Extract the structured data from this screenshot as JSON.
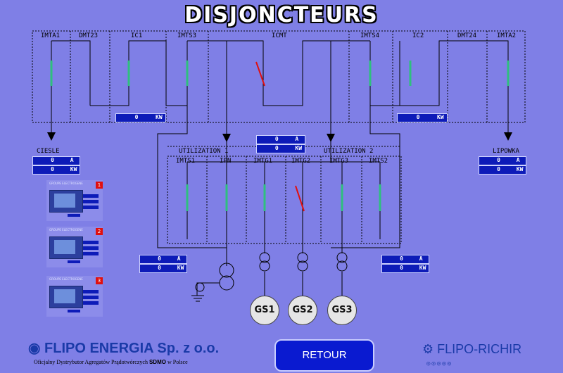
{
  "title": "DISJONCTEURS",
  "breakers_top": [
    "IMTA1",
    "DMT23",
    "IC1",
    "IMTS3",
    "ICMT",
    "IMTS4",
    "IC2",
    "DMT24",
    "IMTA2"
  ],
  "feeders": {
    "left": {
      "name": "CIESLE",
      "a_value": "0",
      "a_unit": "A",
      "kw_value": "0",
      "kw_unit": "KW"
    },
    "right": {
      "name": "LIPOWKA",
      "a_value": "0",
      "a_unit": "A",
      "kw_value": "0",
      "kw_unit": "KW"
    }
  },
  "meters": {
    "ic1": {
      "value": "0",
      "unit": "KW"
    },
    "ic2": {
      "value": "0",
      "unit": "KW"
    },
    "center": {
      "a_value": "0",
      "a_unit": "A",
      "kw_value": "0",
      "kw_unit": "KW"
    },
    "lower_left": {
      "a_value": "0",
      "a_unit": "A",
      "kw_value": "0",
      "kw_unit": "KW"
    },
    "lower_right": {
      "a_value": "0",
      "a_unit": "A",
      "kw_value": "0",
      "kw_unit": "KW"
    }
  },
  "utilization": [
    "UTILIZATION 1",
    "UTILIZATION 2"
  ],
  "breakers_bottom": [
    "IMTS1",
    "IPN",
    "IMTG1",
    "IMTG2",
    "IMTG3",
    "IMTS2"
  ],
  "generators": [
    "GS1",
    "GS2",
    "GS3"
  ],
  "thumbnails": [
    {
      "header": "GROUPE ELECTROGENE",
      "number": "1"
    },
    {
      "header": "GROUPE ELECTROGENE",
      "number": "2"
    },
    {
      "header": "GROUPE ELECTROGENE",
      "number": "3"
    }
  ],
  "retour_label": "RETOUR",
  "brand": {
    "name": "FLIPO ENERGIA Sp. z o.o.",
    "tagline_pre": "Oficjalny Dystrybutor Agregatów Prądotwórczych",
    "tagline_logo": "SDMO",
    "tagline_post": "w Polsce",
    "partner": "FLIPO-RICHIR",
    "partner_sub": "◎◎◎◎◎"
  },
  "colors": {
    "closed": "#2fbf7f",
    "open": "#e01010",
    "meter_bg": "#0d1bb8"
  }
}
